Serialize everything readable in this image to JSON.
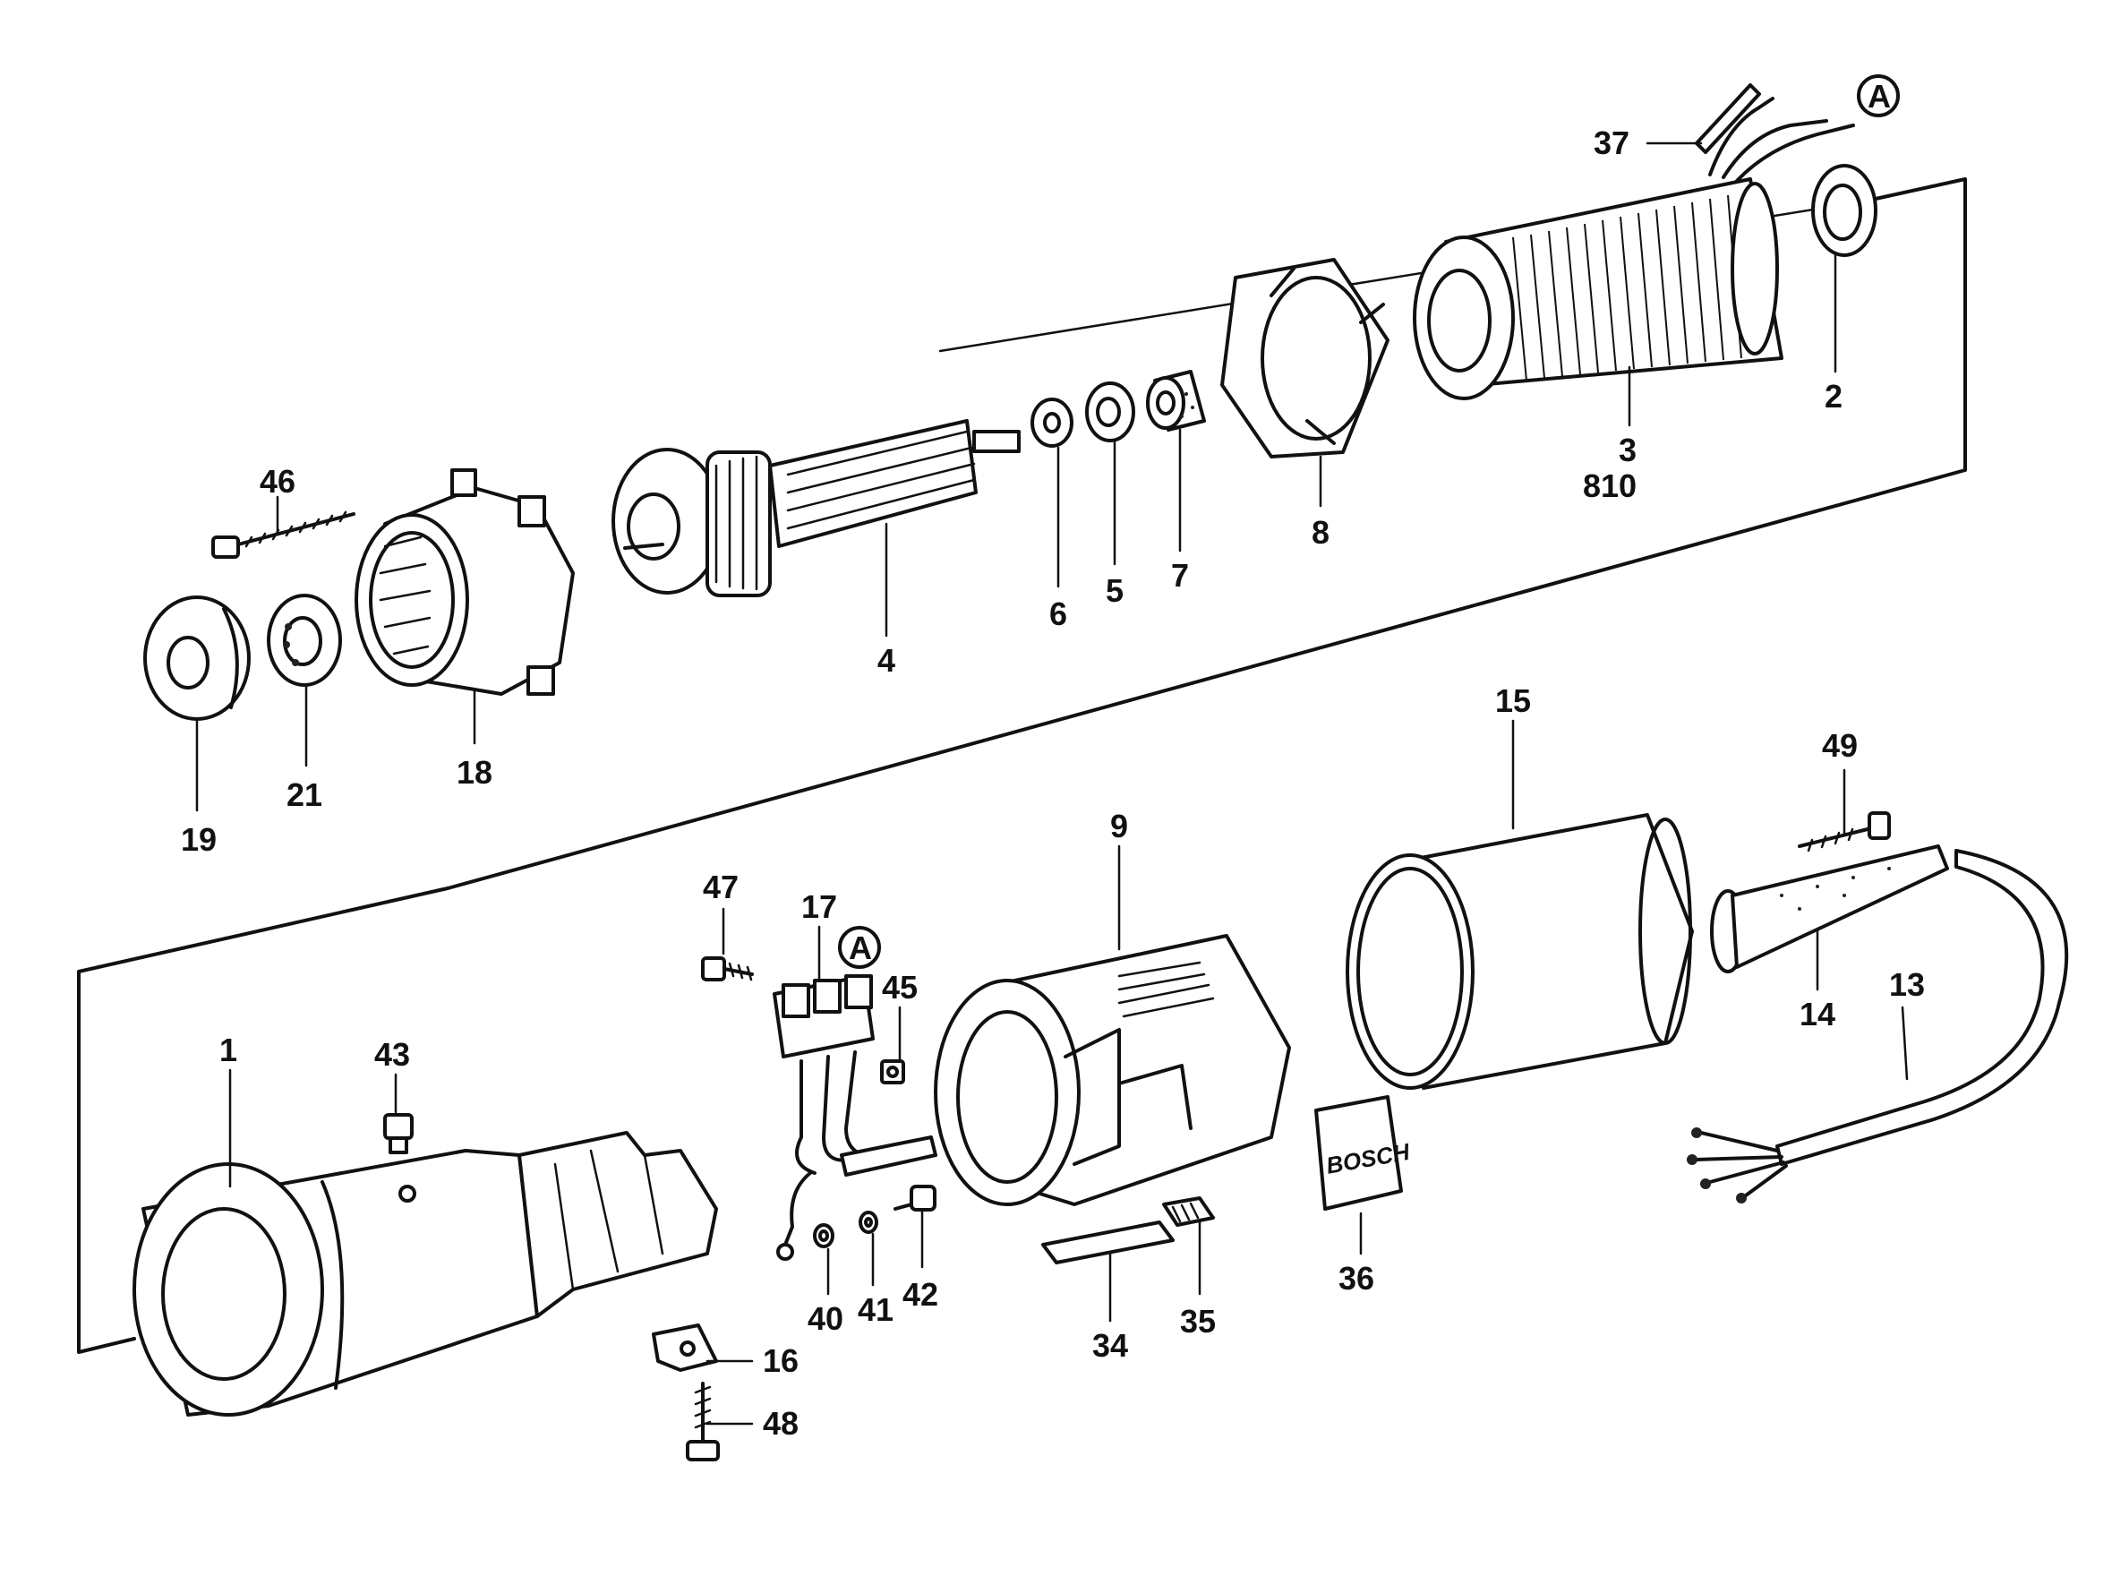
{
  "brand_logo": "BOSCH",
  "callouts": {
    "c37": "37",
    "cA_top": "A",
    "c2": "2",
    "c3": "3",
    "c810": "810",
    "c8": "8",
    "c7": "7",
    "c5": "5",
    "c6": "6",
    "c4": "4",
    "c46": "46",
    "c18": "18",
    "c21": "21",
    "c19": "19",
    "c15": "15",
    "c49": "49",
    "c14": "14",
    "c13": "13",
    "c9": "9",
    "c47": "47",
    "c17": "17",
    "cA_mid": "A",
    "c45": "45",
    "c43": "43",
    "c1": "1",
    "c16": "16",
    "c48": "48",
    "c40": "40",
    "c41": "41",
    "c42": "42",
    "c34": "34",
    "c35": "35",
    "c36": "36"
  }
}
